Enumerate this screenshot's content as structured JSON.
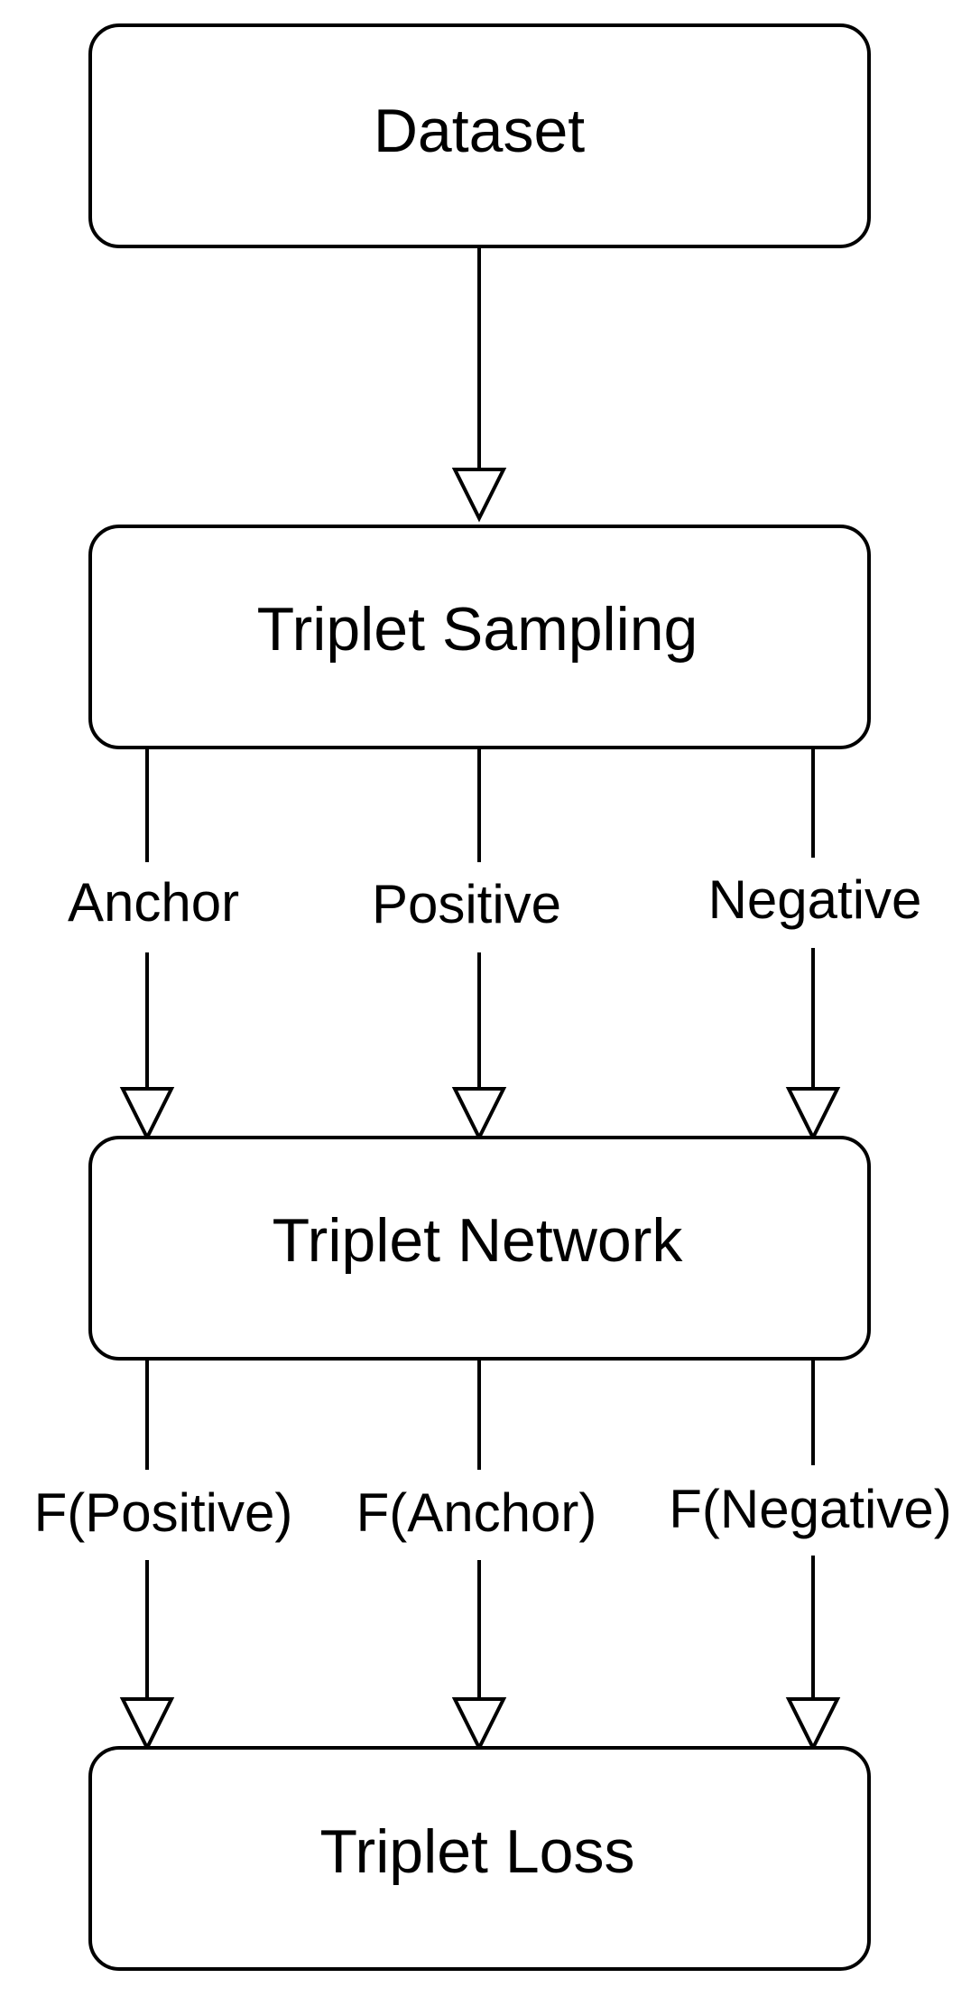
{
  "nodes": {
    "dataset": "Dataset",
    "sampling": "Triplet Sampling",
    "network": "Triplet Network",
    "loss": "Triplet Loss"
  },
  "edges": {
    "dataset_to_sampling": "",
    "sampling_to_network": {
      "left": "Anchor",
      "middle": "Positive",
      "right": "Negative"
    },
    "network_to_loss": {
      "left": "F(Positive)",
      "middle": "F(Anchor)",
      "right": "F(Negative)"
    }
  }
}
